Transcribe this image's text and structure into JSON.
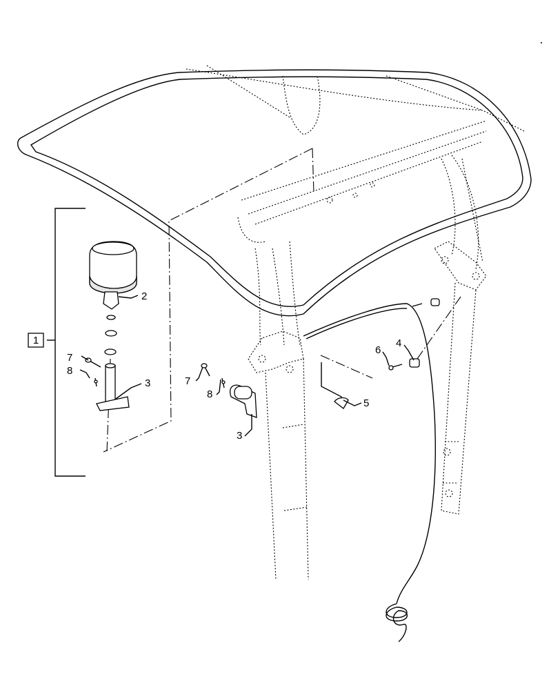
{
  "callouts": {
    "item_1": "1",
    "beacon_2": "2",
    "bracket_left_3": "3",
    "bracket_mid_3": "3",
    "harness_4": "4",
    "clip_5": "5",
    "screw_6": "6",
    "bolt_left_7": "7",
    "bolt_mid_7": "7",
    "nut_left_8": "8",
    "nut_mid_8": "8"
  }
}
